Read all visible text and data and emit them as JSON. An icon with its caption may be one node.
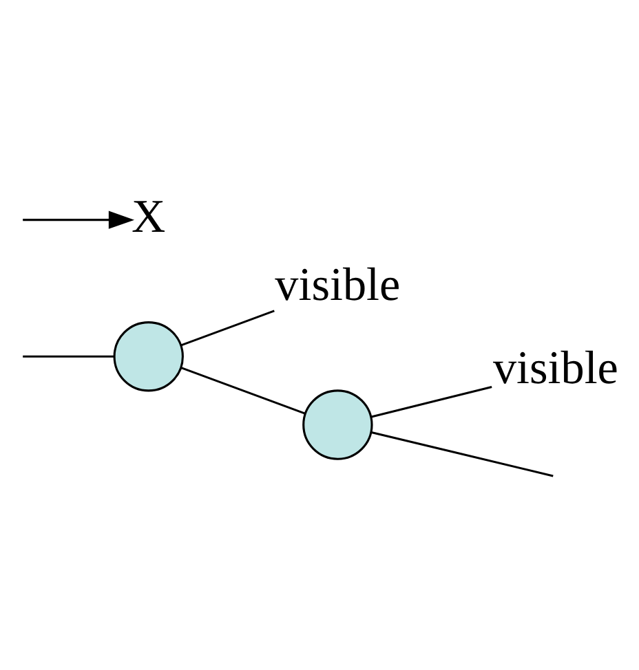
{
  "diagram": {
    "nodes": [
      {
        "text": [
          "visible"
        ]
      },
      {
        "text": [
          "visible"
        ]
      },
      {
        "text": [],
        "shape": "circle"
      },
      {
        "text": [],
        "shape": "circle"
      },
      {
        "text": [
          "X"
        ]
      }
    ],
    "edges": [
      {
        "from": null,
        "to": 2,
        "arrow": "none"
      },
      {
        "from": 2,
        "to": 0,
        "arrow": "none"
      },
      {
        "from": 2,
        "to": 3,
        "arrow": "none"
      },
      {
        "from": 3,
        "to": 1,
        "arrow": "none"
      },
      {
        "from": 3,
        "to": null,
        "arrow": "none"
      },
      {
        "from": null,
        "to": 4,
        "arrow": "to"
      }
    ]
  }
}
